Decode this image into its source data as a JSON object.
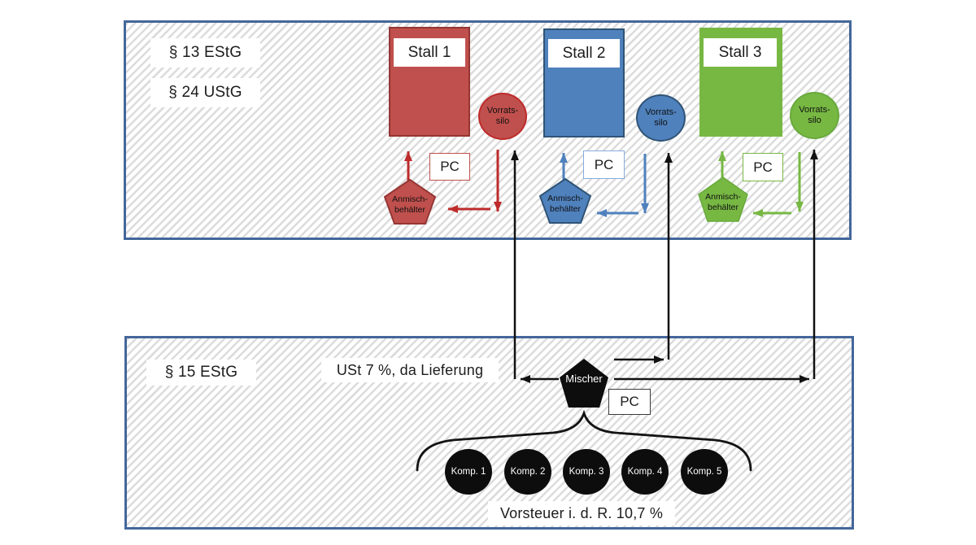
{
  "colors": {
    "red": "#C0504D",
    "red-dark": "#943634",
    "red-arrow": "#BE2B2B",
    "blue": "#4F81BD",
    "blue-dark": "#2F5476",
    "blue-light": "#85ACDC",
    "green": "#77B843",
    "green-dark": "#68A93C",
    "box-border": "#44679B"
  },
  "top_box": {
    "law_label_1": "§ 13 EStG",
    "law_label_2": "§ 24 UStG",
    "groups": [
      {
        "stall": "Stall 1",
        "pc": "PC",
        "silo_line1": "Vorrats-",
        "silo_line2": "silo",
        "mix_line1": "Anmisch-",
        "mix_line2": "behälter"
      },
      {
        "stall": "Stall 2",
        "pc": "PC",
        "silo_line1": "Vorrats-",
        "silo_line2": "silo",
        "mix_line1": "Anmisch-",
        "mix_line2": "behälter"
      },
      {
        "stall": "Stall 3",
        "pc": "PC",
        "silo_line1": "Vorrats-",
        "silo_line2": "silo",
        "mix_line1": "Anmisch-",
        "mix_line2": "behälter"
      }
    ]
  },
  "bottom_box": {
    "law_label": "§ 15 EStG",
    "vat_note": "USt 7 %, da Lieferung",
    "mixer": "Mischer",
    "pc": "PC",
    "components": [
      "Komp. 1",
      "Komp. 2",
      "Komp. 3",
      "Komp. 4",
      "Komp. 5"
    ],
    "input_tax_note": "Vorsteuer i. d. R. 10,7 %"
  }
}
